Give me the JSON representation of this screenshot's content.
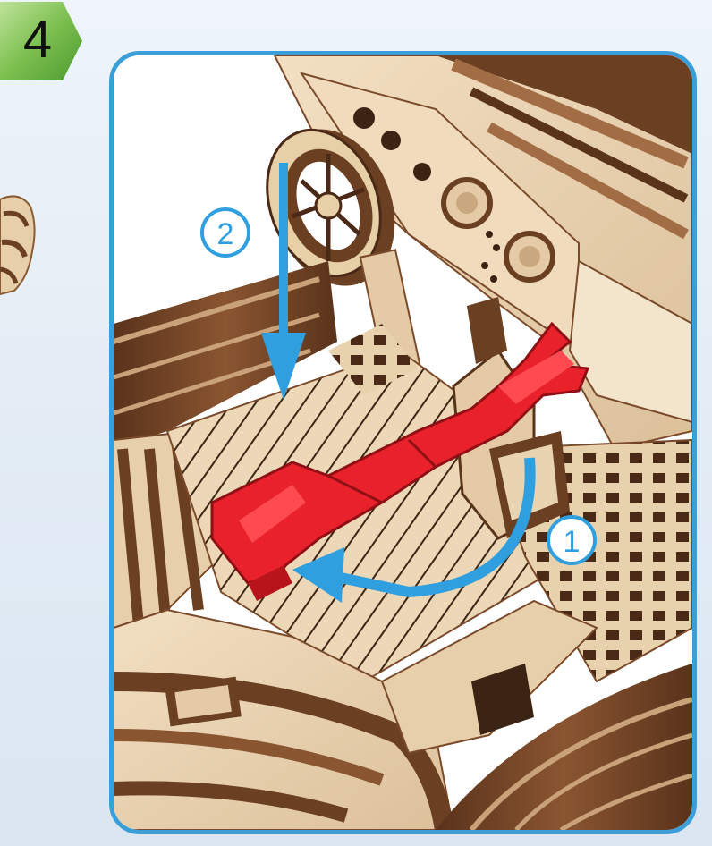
{
  "step": {
    "number": "4"
  },
  "callouts": [
    {
      "label": "1"
    },
    {
      "label": "2"
    }
  ],
  "colors": {
    "panel_border": "#3a9fd9",
    "badge_green": "#6ab04c",
    "highlight_part": "#e8212b",
    "arrow_blue": "#2f9fe0",
    "wood_light": "#e9d2b0",
    "wood_dark": "#6b3f22"
  }
}
